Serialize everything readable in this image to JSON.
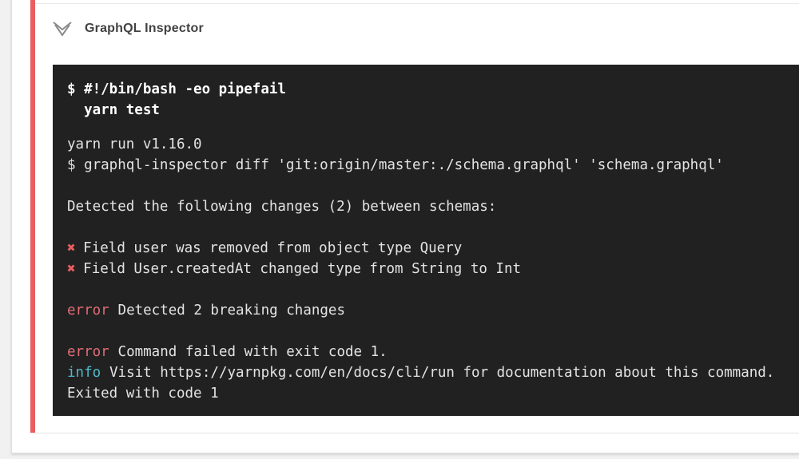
{
  "step": {
    "title": "GraphQL Inspector",
    "collapse_icon": "double-chevron-down",
    "status": "failed"
  },
  "terminal": {
    "command": [
      "$ #!/bin/bash -eo pipefail",
      "  yarn test"
    ],
    "output": {
      "yarn_version": "yarn run v1.16.0",
      "diff_command": "$ graphql-inspector diff 'git:origin/master:./schema.graphql' 'schema.graphql'",
      "detected": "Detected the following changes (2) between schemas:",
      "cross_icon": "✖",
      "breaking_1": "Field user was removed from object type Query",
      "breaking_2": "Field User.createdAt changed type from String to Int",
      "error_label": "error",
      "error_detected": "Detected 2 breaking changes",
      "error_failed": "Command failed with exit code 1.",
      "info_label": "info",
      "info_text": "Visit https://yarnpkg.com/en/docs/cli/run for documentation about this command.",
      "exited": "Exited with code 1"
    }
  },
  "colors": {
    "failed_stripe_red": "#ea5d60",
    "terminal_background": "#212121",
    "terminal_text": "#e3e3e3",
    "command_text": "#ffffff",
    "error_red": "#e06c75",
    "cross_red": "#ea5d60",
    "info_cyan": "#4fb9cb",
    "card_background": "#ffffff",
    "page_background": "#f1f1f1",
    "title_text": "#424242"
  }
}
